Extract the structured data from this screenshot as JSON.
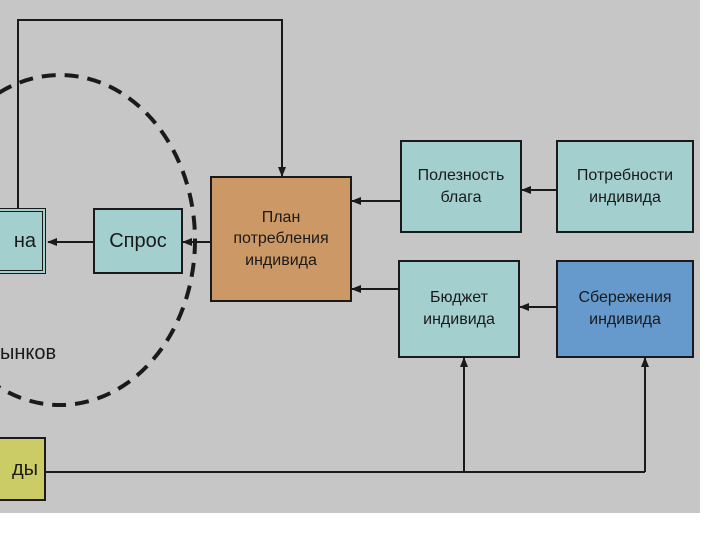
{
  "diagram": {
    "colors": {
      "background": "#ffffff",
      "panel": "#c6c6c6",
      "teal": "#a3cfcf",
      "tan": "#cc9966",
      "blue": "#6699cc",
      "olive": "#cccc66",
      "line": "#1a1a1a"
    },
    "nodes": {
      "price_fragment": "на",
      "demand": "Спрос",
      "consumption_plan": "План\nпотребления\nиндивида",
      "utility": "Полезность\nблага",
      "needs": "Потребности\nиндивида",
      "budget": "Бюджет\nиндивида",
      "savings": "Сбережения\nиндивида",
      "income_fragment": "ды"
    },
    "labels": {
      "markets_fragment": "ынков"
    }
  }
}
